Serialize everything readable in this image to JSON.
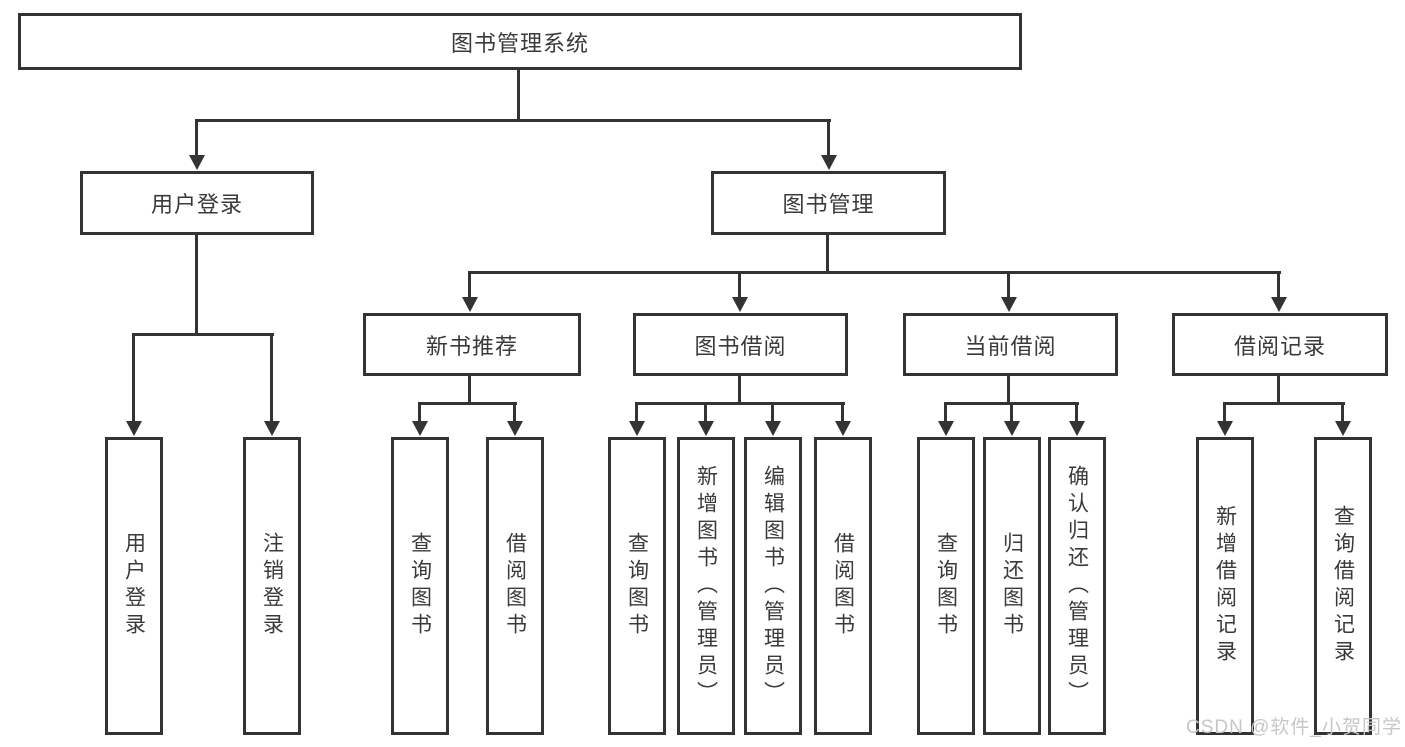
{
  "tree": {
    "root": "图书管理系统",
    "branches": [
      {
        "label": "用户登录",
        "leaves": [
          "用户登录",
          "注销登录"
        ]
      },
      {
        "label": "图书管理",
        "groups": [
          {
            "label": "新书推荐",
            "leaves": [
              "查询图书",
              "借阅图书"
            ]
          },
          {
            "label": "图书借阅",
            "leaves": [
              "查询图书",
              "新增图书（管理员）",
              "编辑图书（管理员）",
              "借阅图书"
            ]
          },
          {
            "label": "当前借阅",
            "leaves": [
              "查询图书",
              "归还图书",
              "确认归还（管理员）"
            ]
          },
          {
            "label": "借阅记录",
            "leaves": [
              "新增借阅记录",
              "查询借阅记录"
            ]
          }
        ]
      }
    ]
  },
  "watermark": "CSDN @软件_小贺同学",
  "colors": {
    "line": "#333333",
    "text": "#3a3a3a",
    "background": "#ffffff",
    "watermark": "#c7c7c7"
  }
}
